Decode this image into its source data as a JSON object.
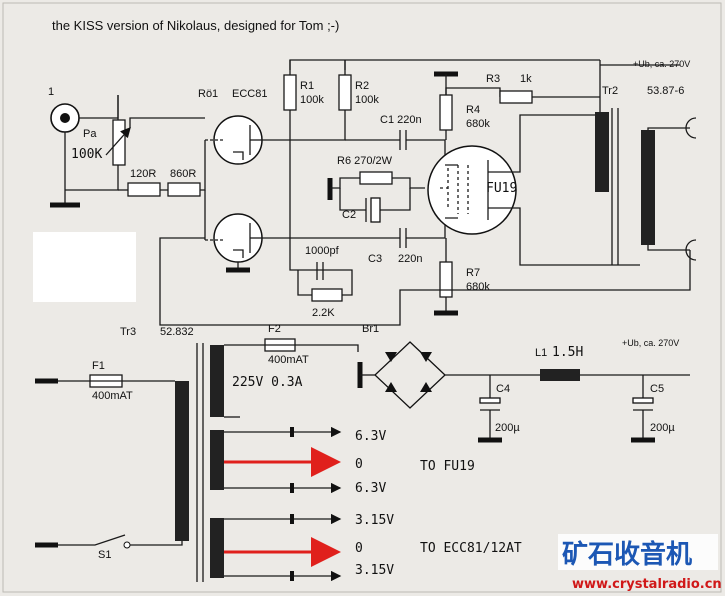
{
  "title": "the KISS version of Nikolaus, designed for Tom ;-)",
  "input": {
    "number": "1",
    "pot_name": "Pa",
    "pot_value": "100K"
  },
  "resistors": {
    "r_grid1": "120R",
    "r_grid2": "860R",
    "r1_name": "R1",
    "r1_value": "100k",
    "r2_name": "R2",
    "r2_value": "100k",
    "r3_name": "R3",
    "r3_value": "1k",
    "r4_name": "R4",
    "r4_value": "680k",
    "r6": "R6 270/2W",
    "r7_name": "R7",
    "r7_value": "680k",
    "rfb_value": "2.2K"
  },
  "capacitors": {
    "c1": "C1 220n",
    "c2": "C2",
    "c3_name": "C3",
    "c3_value": "220n",
    "cfb": "1000pf",
    "c4_name": "C4",
    "c4_value": "200µ",
    "c5_name": "C5",
    "c5_value": "200µ"
  },
  "tubes": {
    "tube1_name": "Rö1",
    "tube1_type": "ECC81",
    "tube2_type": "FU19"
  },
  "output": {
    "tr2_name": "Tr2",
    "tr2_value": "53.87-6",
    "supply_top": "+Ub, ca. 270V"
  },
  "psu": {
    "tr3_name": "Tr3",
    "tr3_value": "52.832",
    "f1_name": "F1",
    "f1_value": "400mAT",
    "f2_name": "F2",
    "f2_value": "400mAT",
    "br1": "Br1",
    "sec_hv": "225V 0.3A",
    "l1_name": "L1",
    "l1_value": "1.5H",
    "supply_psu": "+Ub, ca. 270V",
    "s1": "S1"
  },
  "heaters": {
    "w1_top": "6.3V",
    "w1_mid": "0",
    "w1_bot": "6.3V",
    "w1_to": "TO FU19",
    "w2_top": "3.15V",
    "w2_mid": "0",
    "w2_bot": "3.15V",
    "w2_to": "TO ECC81/12AT"
  },
  "watermark": {
    "cn": "矿石收音机",
    "url": "www.crystalradio.cn"
  },
  "colors": {
    "arrow": "#e0201c",
    "watermark_blue": "#1c57b4",
    "watermark_red": "#d01818"
  }
}
